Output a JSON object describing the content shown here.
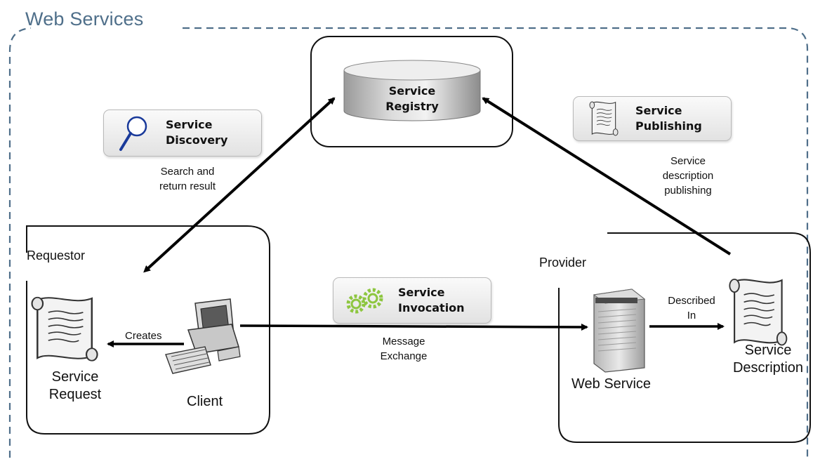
{
  "frame": {
    "title": "Web Services"
  },
  "registry": {
    "label_line1": "Service",
    "label_line2": "Registry"
  },
  "discovery": {
    "label_line1": "Service",
    "label_line2": "Discovery",
    "note_line1": "Search and",
    "note_line2": "return result"
  },
  "publishing": {
    "label_line1": "Service",
    "label_line2": "Publishing",
    "note_line1": "Service",
    "note_line2": "description",
    "note_line3": "publishing"
  },
  "invocation": {
    "label_line1": "Service",
    "label_line2": "Invocation",
    "note_line1": "Message",
    "note_line2": "Exchange"
  },
  "requestor": {
    "title": "Requestor",
    "creates": "Creates",
    "request_line1": "Service",
    "request_line2": "Request",
    "client": "Client"
  },
  "provider": {
    "title": "Provider",
    "described_line1": "Described",
    "described_line2": "In",
    "web_service": "Web Service",
    "desc_line1": "Service",
    "desc_line2": "Description"
  },
  "colors": {
    "frame": "#4f6f8a",
    "gear": "#8dc63f",
    "line": "#000000"
  },
  "icons": [
    "magnifier-icon",
    "scroll-icon",
    "gears-icon",
    "computer-icon",
    "server-icon",
    "database-icon"
  ]
}
